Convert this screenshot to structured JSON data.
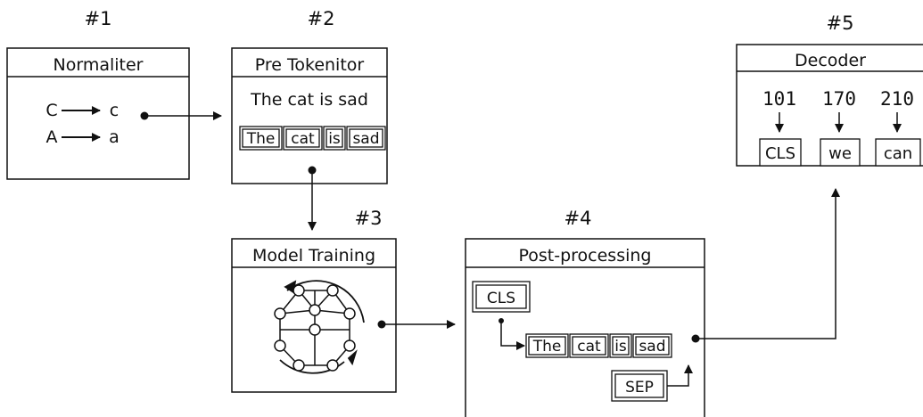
{
  "stages": [
    {
      "number": "#1",
      "title": "Normaliter",
      "rules": [
        {
          "from": "C",
          "to": "c"
        },
        {
          "from": "A",
          "to": "a"
        }
      ]
    },
    {
      "number": "#2",
      "title": "Pre Tokenitor",
      "sentence": "The cat is sad",
      "tokens": [
        "The",
        "cat",
        "is",
        "sad"
      ]
    },
    {
      "number": "#3",
      "title": "Model Training"
    },
    {
      "number": "#4",
      "title": "Post-processing",
      "cls": "CLS",
      "tokens": [
        "The",
        "cat",
        "is",
        "sad"
      ],
      "sep": "SEP"
    },
    {
      "number": "#5",
      "title": "Decoder",
      "ids": [
        "101",
        "170",
        "210"
      ],
      "tokens": [
        "CLS",
        "we",
        "can"
      ]
    }
  ],
  "icons": {
    "training": "neural-graph-icon",
    "cycle": "cycle-arrows-icon"
  }
}
